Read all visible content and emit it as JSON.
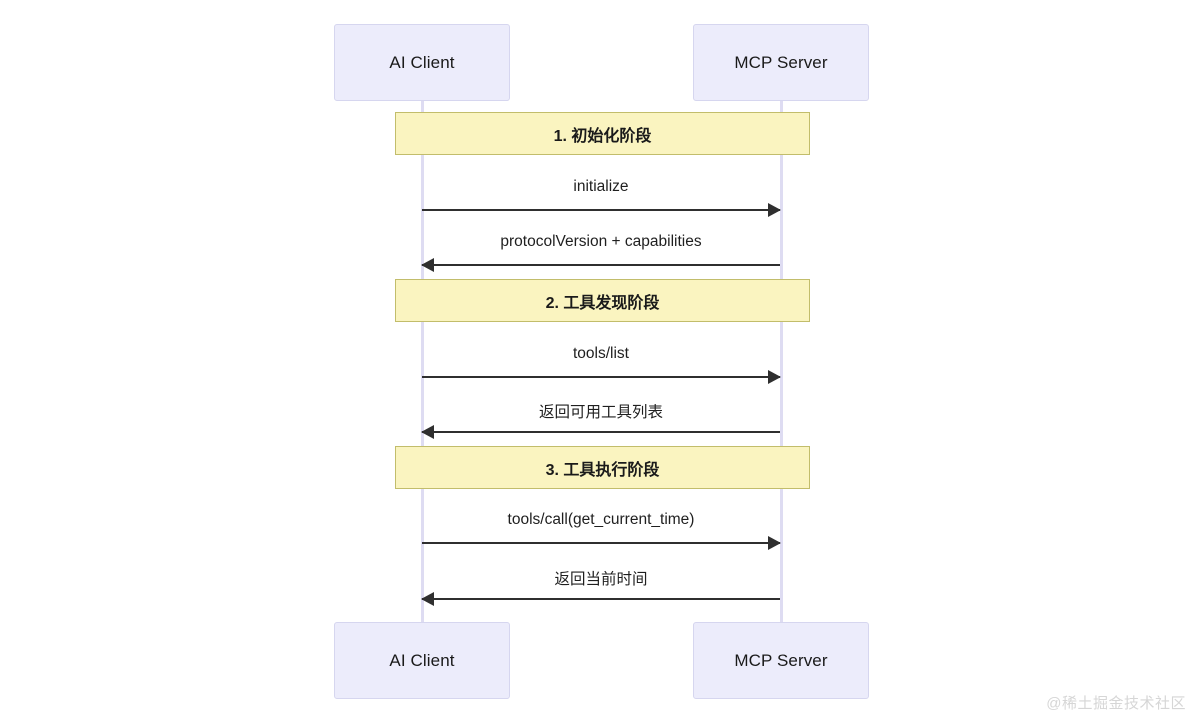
{
  "diagram": {
    "type": "sequence",
    "background_color": "#ffffff",
    "participants": [
      {
        "id": "client",
        "label": "AI Client",
        "fill": "#ececfb",
        "border": "#d6d6ef"
      },
      {
        "id": "server",
        "label": "MCP Server",
        "fill": "#ececfb",
        "border": "#d6d6ef"
      }
    ],
    "phases": [
      {
        "label": "1. 初始化阶段",
        "fill": "#faf4c0",
        "border": "#c2bd6b"
      },
      {
        "label": "2. 工具发现阶段",
        "fill": "#faf4c0",
        "border": "#c2bd6b"
      },
      {
        "label": "3. 工具执行阶段",
        "fill": "#faf4c0",
        "border": "#c2bd6b"
      }
    ],
    "messages": [
      {
        "label": "initialize",
        "from": "client",
        "to": "server",
        "direction": "right"
      },
      {
        "label": "protocolVersion + capabilities",
        "from": "server",
        "to": "client",
        "direction": "left"
      },
      {
        "label": "tools/list",
        "from": "client",
        "to": "server",
        "direction": "right"
      },
      {
        "label": "返回可用工具列表",
        "from": "server",
        "to": "client",
        "direction": "left"
      },
      {
        "label": "tools/call(get_current_time)",
        "from": "client",
        "to": "server",
        "direction": "right"
      },
      {
        "label": "返回当前时间",
        "from": "server",
        "to": "client",
        "direction": "left"
      }
    ],
    "watermark": "@稀土掘金技术社区"
  }
}
